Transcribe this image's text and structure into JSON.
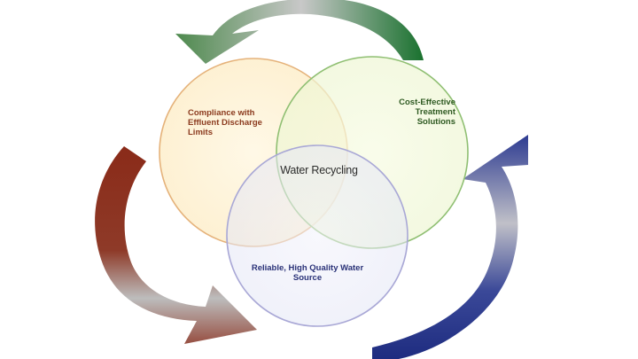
{
  "circles": {
    "compliance": {
      "label_lines": [
        "Compliance with",
        "Effluent Discharge",
        "Limits"
      ],
      "stroke": "#e5b27a",
      "text_color": "#8b3a1e"
    },
    "cost": {
      "label_lines": [
        "Cost-Effective",
        "Treatment",
        "Solutions"
      ],
      "stroke": "#8fbf72",
      "text_color": "#2f5a22"
    },
    "reliable": {
      "label_lines": [
        "Reliable, High Quality Water",
        "Source"
      ],
      "stroke": "#a9a8d6",
      "text_color": "#2a3278"
    }
  },
  "center_label": "Water Recycling",
  "arrows": {
    "top": {
      "icon": "green-cycle-arrow",
      "color": "#1f7a33"
    },
    "left": {
      "icon": "red-cycle-arrow",
      "color": "#8a2a18"
    },
    "right": {
      "icon": "blue-cycle-arrow",
      "color": "#2a3890"
    }
  }
}
